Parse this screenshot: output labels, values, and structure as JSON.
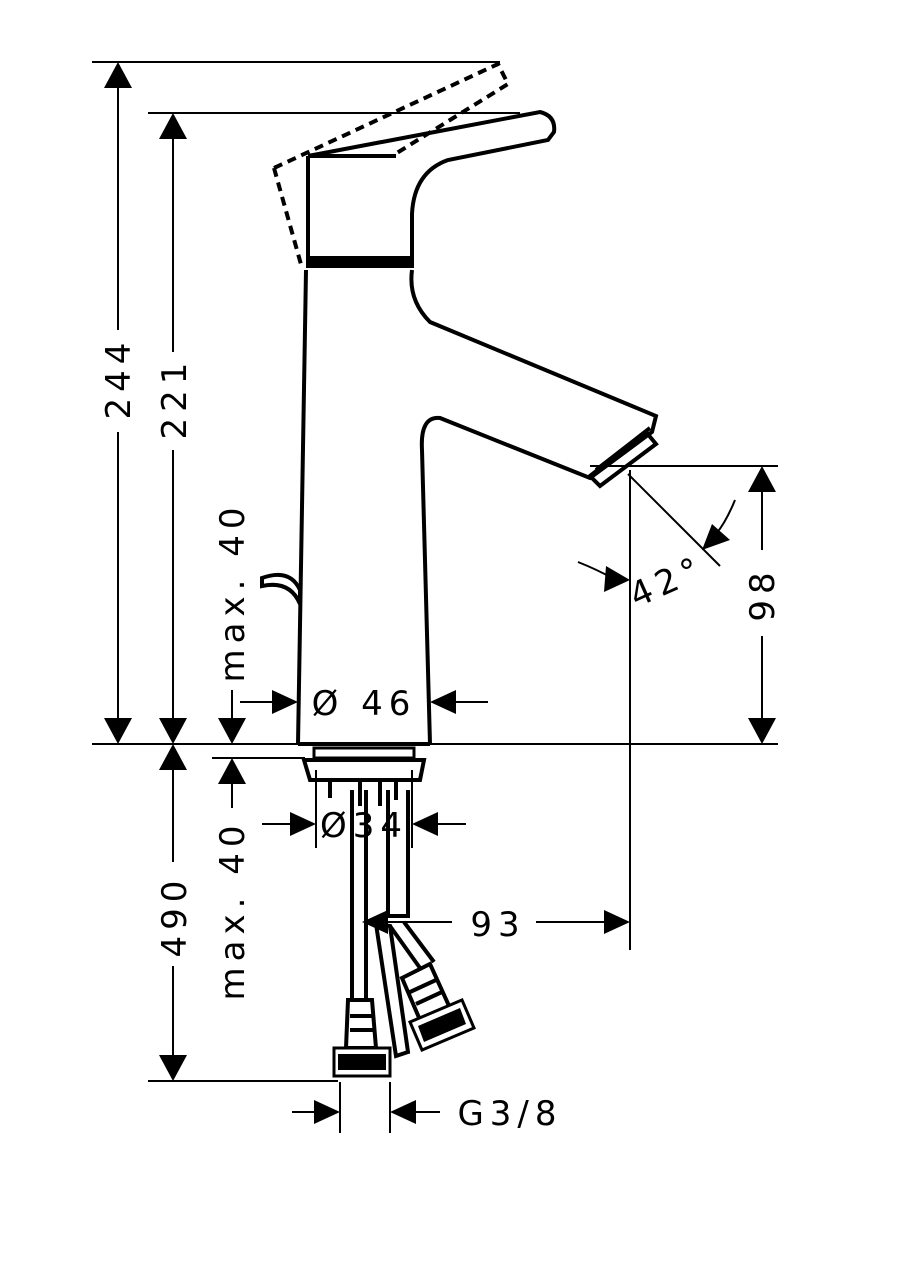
{
  "dimensions": {
    "total_height": "244",
    "body_height": "221",
    "max_clearance_top": "max. 40",
    "spout_diameter": "Ø 46",
    "spout_height": "98",
    "spout_angle": "42°",
    "shank_diameter": "Ø34",
    "max_clearance_bottom": "max. 40",
    "spout_reach": "93",
    "hose_length": "490",
    "thread_size": "G3/8"
  }
}
